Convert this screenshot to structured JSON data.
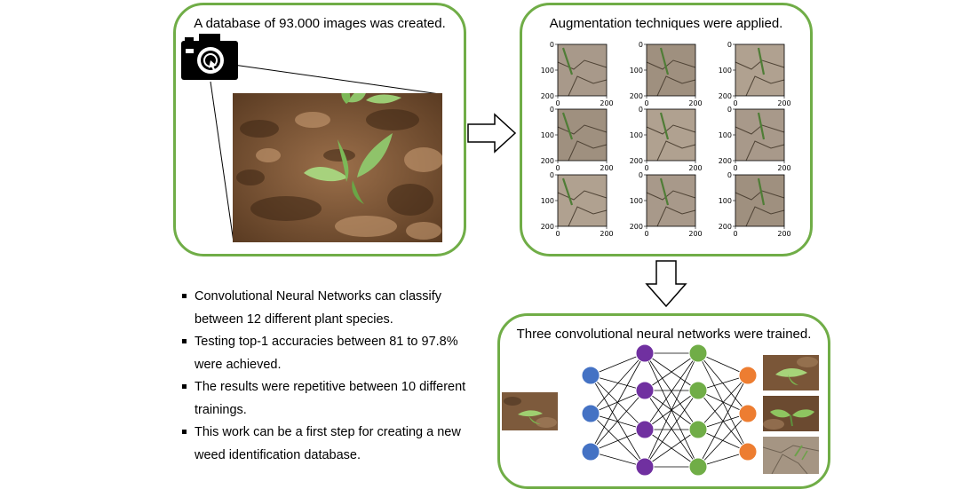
{
  "panels": {
    "database": {
      "title": "A database of 93.000 images was created."
    },
    "augmentation": {
      "title": "Augmentation techniques were applied.",
      "x_ticks": [
        "0",
        "200"
      ],
      "y_ticks": [
        "0",
        "100",
        "200"
      ]
    },
    "training": {
      "title": "Three convolutional neural networks were trained."
    }
  },
  "network": {
    "layers": [
      3,
      4,
      4,
      3
    ]
  },
  "bullets": [
    "Convolutional Neural Networks can classify between 12 different plant species.",
    "Testing top-1 accuracies between 81 to 97.8% were achieved.",
    "The results were repetitive between 10 different trainings.",
    "This work can be a first step for creating a new weed identification database."
  ],
  "colors": {
    "panel_border": "#70ad47",
    "input_node": "#4472c4",
    "hidden_node_1": "#7030a0",
    "hidden_node_2": "#70ad47",
    "output_node": "#ed7d31"
  }
}
